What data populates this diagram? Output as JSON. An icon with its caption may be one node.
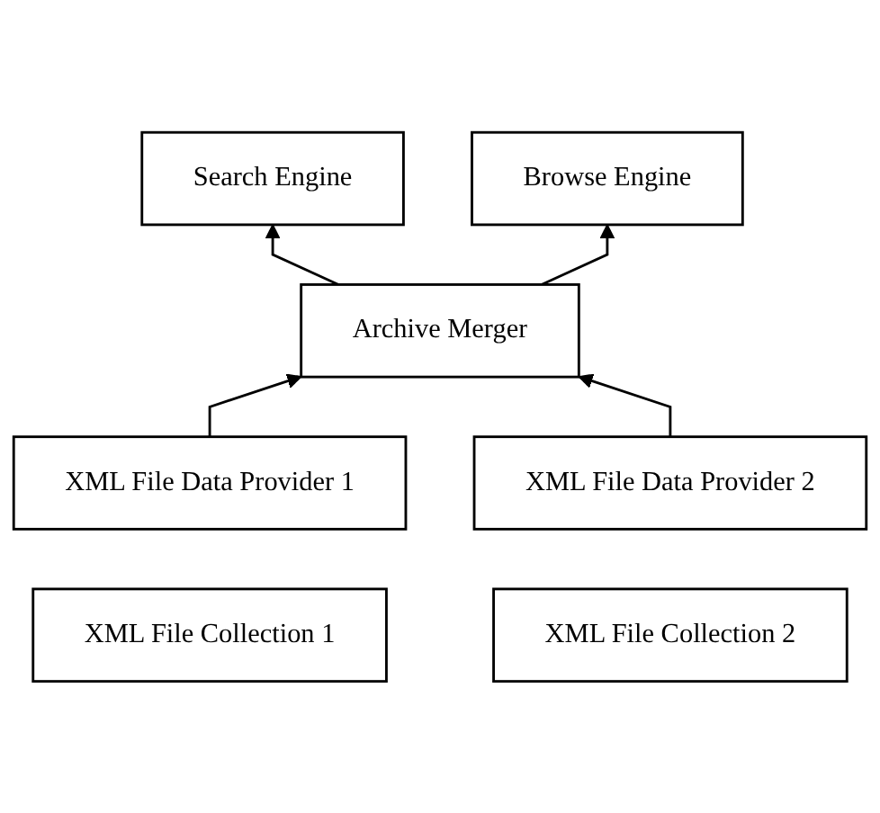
{
  "diagram": {
    "nodes": [
      {
        "text": [
          "Search Engine"
        ]
      },
      {
        "text": [
          "Browse Engine"
        ]
      },
      {
        "text": [
          "Archive Merger"
        ]
      },
      {
        "text": [
          "XML File Data Provider 1"
        ]
      },
      {
        "text": [
          "XML File Data Provider 2"
        ]
      },
      {
        "text": [
          "XML File Collection 1"
        ]
      },
      {
        "text": [
          "XML File Collection 2"
        ]
      }
    ],
    "edges": [
      {
        "from": 3,
        "to": 2,
        "arrow": "to"
      },
      {
        "from": 4,
        "to": 2,
        "arrow": "to"
      },
      {
        "from": 2,
        "to": 0,
        "arrow": "to"
      },
      {
        "from": 2,
        "to": 1,
        "arrow": "to"
      }
    ]
  }
}
